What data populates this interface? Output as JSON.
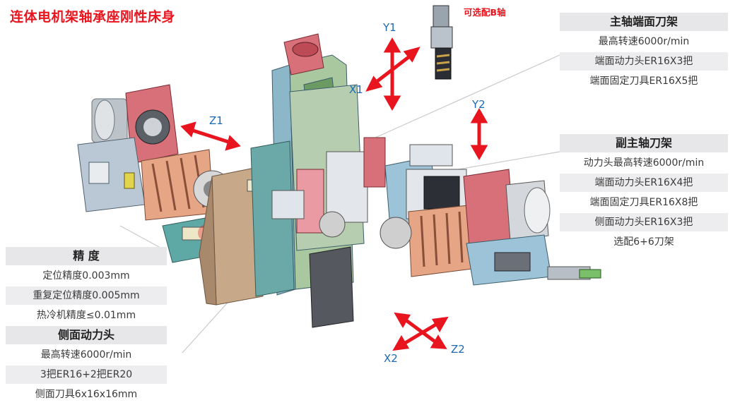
{
  "title": "连体电机架轴承座刚性床身",
  "optional_b_axis": "可选配B轴",
  "axes": {
    "y1": "Y1",
    "x1": "X1",
    "z1": "Z1",
    "y2": "Y2",
    "x2": "X2",
    "z2": "Z2"
  },
  "main_spindle_turret": {
    "heading": "主轴端面刀架",
    "rows": [
      "最高转速6000r/min",
      "端面动力头ER16X3把",
      "端面固定刀具ER16X5把"
    ]
  },
  "sub_spindle_turret": {
    "heading": "副主轴刀架",
    "rows": [
      "动力头最高转速6000r/min",
      "端面动力头ER16X4把",
      "端面固定刀具ER16X8把",
      "侧面动力头ER16X3把",
      "选配6+6刀架"
    ]
  },
  "precision": {
    "heading": "精  度",
    "rows": [
      "定位精度0.003mm",
      "重复定位精度0.005mm",
      "热冷机精度≤0.01mm"
    ]
  },
  "side_power_head": {
    "heading": "侧面动力头",
    "rows": [
      "最高转速6000r/min",
      "3把ER16+2把ER20",
      "侧面刀具6x16x16mm"
    ]
  },
  "colors": {
    "title_red": "#e8141e",
    "axis_blue": "#1c6ab4",
    "arrow_red": "#e8141e",
    "panel_gray": "#e7e7e9"
  }
}
